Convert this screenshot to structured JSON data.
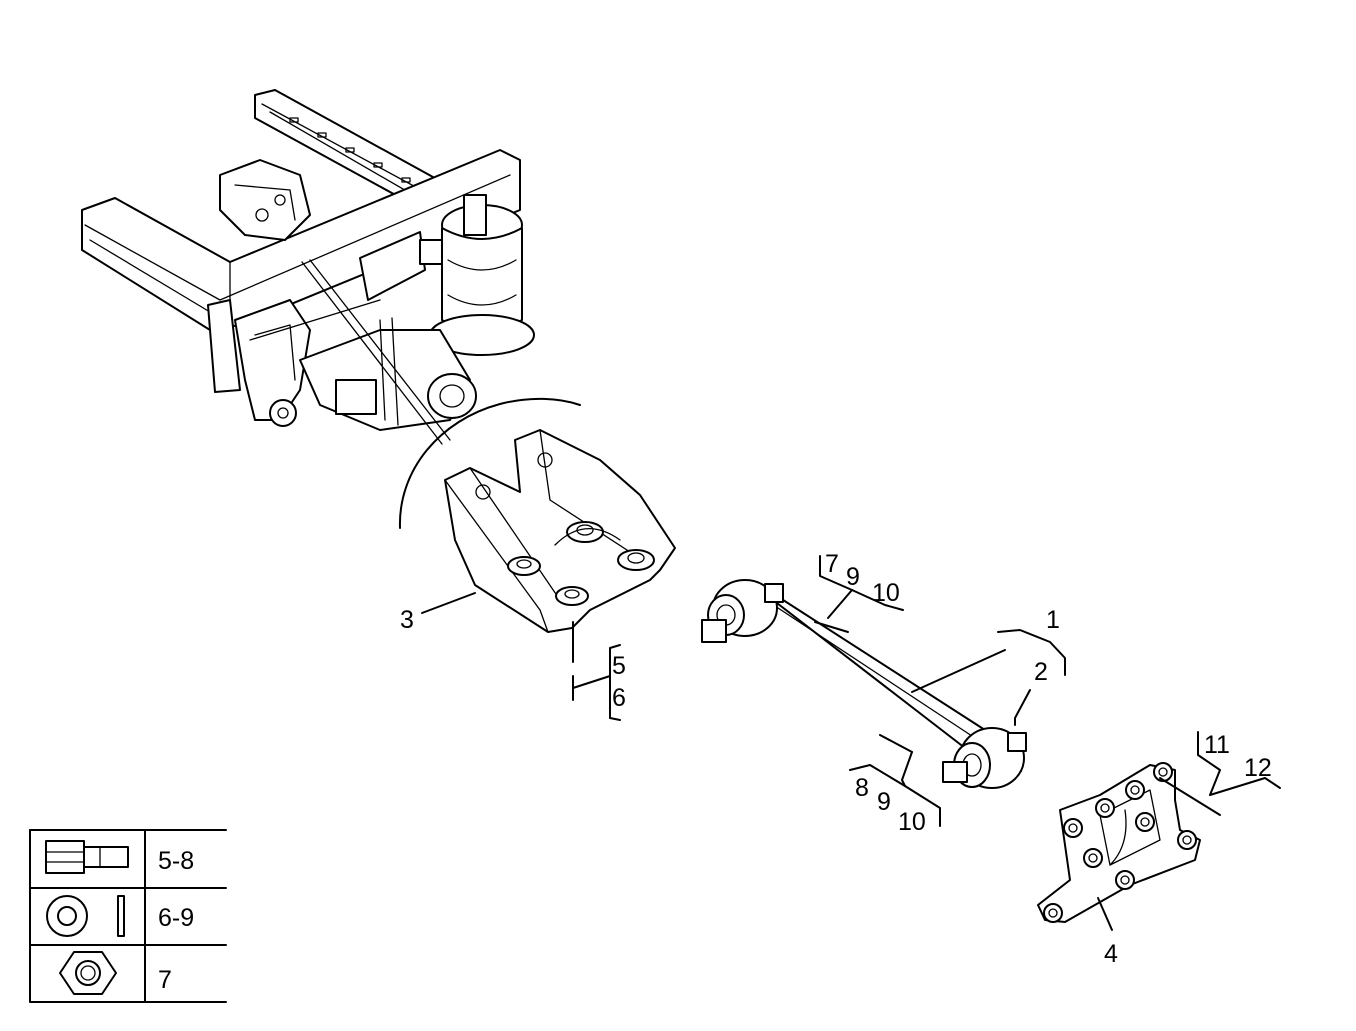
{
  "callouts": {
    "c1": "1",
    "c2": "2",
    "c3": "3",
    "c4": "4",
    "c5": "5",
    "c6": "6",
    "c7_top": "7",
    "c9_top": "9",
    "c10_top": "10",
    "c8_bottom": "8",
    "c9_bottom": "9",
    "c10_bottom": "10",
    "c11": "11",
    "c12": "12"
  },
  "legend": {
    "rows": [
      {
        "icon": "bolt-icon",
        "label": "5-8"
      },
      {
        "icon": "washer-icon",
        "label": "6-9"
      },
      {
        "icon": "hex-nut-icon",
        "label": "7"
      }
    ]
  }
}
